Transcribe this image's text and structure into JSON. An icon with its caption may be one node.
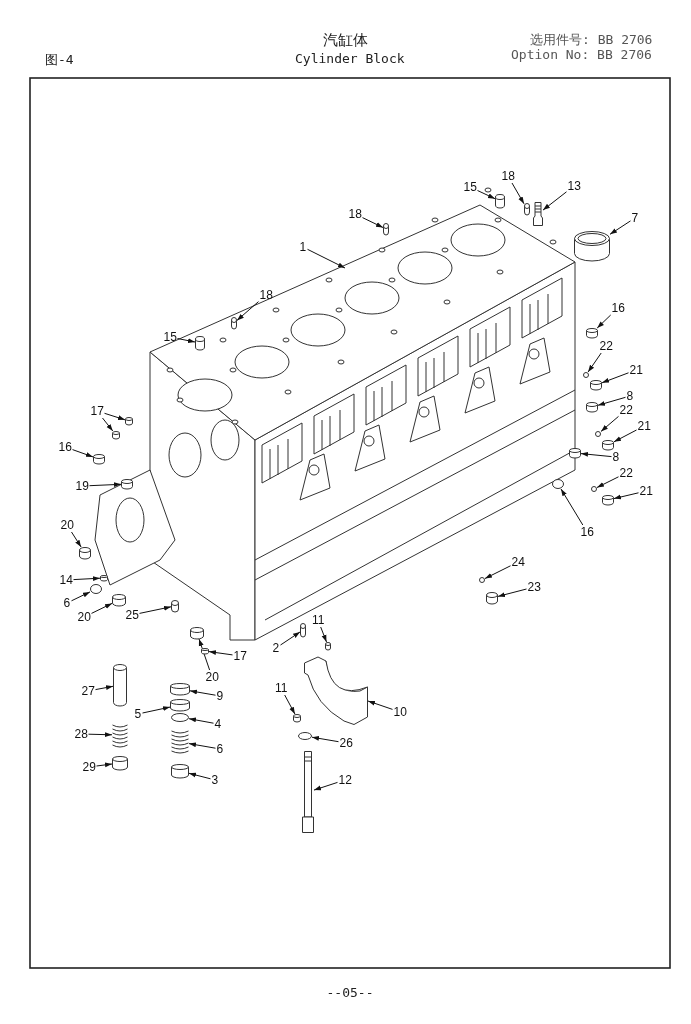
{
  "diagram": {
    "title": "汽缸体",
    "nodes": [
      {
        "text": [
          "1"
        ]
      },
      {
        "text": [
          "18"
        ]
      },
      {
        "text": [
          "15"
        ]
      },
      {
        "text": [
          "18"
        ]
      },
      {
        "text": [
          "13"
        ]
      },
      {
        "text": [
          "7"
        ]
      },
      {
        "text": [
          "18"
        ]
      },
      {
        "text": [
          "16"
        ]
      },
      {
        "text": [
          "15"
        ]
      },
      {
        "text": [
          "22"
        ]
      },
      {
        "text": [
          "21"
        ]
      },
      {
        "text": [
          "8"
        ]
      },
      {
        "text": [
          "17"
        ]
      },
      {
        "text": [
          "22"
        ]
      },
      {
        "text": [
          "21"
        ]
      },
      {
        "text": [
          "16"
        ]
      },
      {
        "text": [
          "8"
        ]
      },
      {
        "text": [
          "22"
        ]
      },
      {
        "text": [
          "19"
        ]
      },
      {
        "text": [
          "21"
        ]
      },
      {
        "text": [
          "20"
        ]
      },
      {
        "text": [
          "16"
        ]
      },
      {
        "text": [
          "24"
        ]
      },
      {
        "text": [
          "14"
        ]
      },
      {
        "text": [
          "23"
        ]
      },
      {
        "text": [
          "6"
        ]
      },
      {
        "text": [
          "20"
        ]
      },
      {
        "text": [
          "25"
        ]
      },
      {
        "text": [
          "11"
        ]
      },
      {
        "text": [
          "2"
        ]
      },
      {
        "text": [
          "17"
        ]
      },
      {
        "text": [
          "20"
        ]
      },
      {
        "text": [
          "11"
        ]
      },
      {
        "text": [
          "27"
        ]
      },
      {
        "text": [
          "9"
        ]
      },
      {
        "text": [
          "5"
        ]
      },
      {
        "text": [
          "10"
        ]
      },
      {
        "text": [
          "4"
        ]
      },
      {
        "text": [
          "28"
        ]
      },
      {
        "text": [
          "26"
        ]
      },
      {
        "text": [
          "6"
        ]
      },
      {
        "text": [
          "29"
        ]
      },
      {
        "text": [
          "3"
        ]
      },
      {
        "text": [
          "12"
        ]
      },
      {
        "text": [],
        "shape": "picture"
      },
      {
        "text": [],
        "shape": "picture"
      },
      {
        "text": [],
        "shape": "picture"
      },
      {
        "text": [],
        "shape": "picture"
      },
      {
        "text": [],
        "shape": "picture"
      },
      {
        "text": [],
        "shape": "cylinder"
      },
      {
        "text": [],
        "shape": "picture"
      },
      {
        "text": [],
        "shape": "picture"
      },
      {
        "text": [],
        "shape": "picture"
      },
      {
        "text": [],
        "shape": "circle"
      },
      {
        "text": [],
        "shape": "picture"
      },
      {
        "text": [],
        "shape": "picture"
      },
      {
        "text": [],
        "shape": "picture"
      },
      {
        "text": [],
        "shape": "picture"
      },
      {
        "text": [],
        "shape": "circle"
      },
      {
        "text": [],
        "shape": "picture"
      },
      {
        "text": [],
        "shape": "picture"
      },
      {
        "text": [],
        "shape": "picture"
      },
      {
        "text": [],
        "shape": "circle"
      },
      {
        "text": [],
        "shape": "picture"
      },
      {
        "text": [],
        "shape": "picture"
      },
      {
        "text": [],
        "shape": "picture"
      },
      {
        "text": [],
        "shape": "circle"
      },
      {
        "text": [],
        "shape": "circle"
      },
      {
        "text": [],
        "shape": "picture"
      },
      {
        "text": [],
        "shape": "picture"
      },
      {
        "text": [],
        "shape": "circle"
      },
      {
        "text": [],
        "shape": "picture"
      },
      {
        "text": [],
        "shape": "picture"
      },
      {
        "text": [],
        "shape": "picture"
      },
      {
        "text": [],
        "shape": "picture"
      },
      {
        "text": [],
        "shape": "picture"
      },
      {
        "text": [],
        "shape": "picture"
      },
      {
        "text": [],
        "shape": "picture"
      },
      {
        "text": [],
        "shape": "cylinder"
      },
      {
        "text": [],
        "shape": "picture"
      },
      {
        "text": [],
        "shape": "picture"
      },
      {
        "text": [],
        "shape": "picture"
      },
      {
        "text": [],
        "shape": "circle"
      },
      {
        "text": [],
        "shape": "picture"
      },
      {
        "text": [],
        "shape": "circle"
      },
      {
        "text": [],
        "shape": "picture"
      },
      {
        "text": [],
        "shape": "picture"
      },
      {
        "text": [],
        "shape": "picture"
      },
      {
        "text": [],
        "shape": "picture"
      }
    ],
    "edges": [
      {
        "from": 0,
        "to": 44,
        "arrow": "to"
      },
      {
        "from": 1,
        "to": 45,
        "arrow": "to"
      },
      {
        "from": 2,
        "to": 46,
        "arrow": "to"
      },
      {
        "from": 3,
        "to": 47,
        "arrow": "to"
      },
      {
        "from": 4,
        "to": 48,
        "arrow": "to"
      },
      {
        "from": 5,
        "to": 49,
        "arrow": "to"
      },
      {
        "from": 6,
        "to": 50,
        "arrow": "to"
      },
      {
        "from": 7,
        "to": 51,
        "arrow": "to"
      },
      {
        "from": 8,
        "to": 52,
        "arrow": "to"
      },
      {
        "from": 9,
        "to": 53,
        "arrow": "to"
      },
      {
        "from": 10,
        "to": 54,
        "arrow": "to"
      },
      {
        "from": 11,
        "to": 55,
        "arrow": "to"
      },
      {
        "from": 12,
        "to": 56,
        "arrow": "to"
      },
      {
        "from": 12,
        "to": 57,
        "arrow": "to"
      },
      {
        "from": 13,
        "to": 58,
        "arrow": "to"
      },
      {
        "from": 14,
        "to": 59,
        "arrow": "to"
      },
      {
        "from": 15,
        "to": 60,
        "arrow": "to"
      },
      {
        "from": 16,
        "to": 61,
        "arrow": "to"
      },
      {
        "from": 17,
        "to": 62,
        "arrow": "to"
      },
      {
        "from": 18,
        "to": 63,
        "arrow": "to"
      },
      {
        "from": 19,
        "to": 64,
        "arrow": "to"
      },
      {
        "from": 20,
        "to": 65,
        "arrow": "to"
      },
      {
        "from": 21,
        "to": 66,
        "arrow": "to"
      },
      {
        "from": 22,
        "to": 67,
        "arrow": "to"
      },
      {
        "from": 23,
        "to": 68,
        "arrow": "to"
      },
      {
        "from": 24,
        "to": 69,
        "arrow": "to"
      },
      {
        "from": 25,
        "to": 70,
        "arrow": "to"
      },
      {
        "from": 26,
        "to": 71,
        "arrow": "to"
      },
      {
        "from": 27,
        "to": 72,
        "arrow": "to"
      },
      {
        "from": 28,
        "to": 73,
        "arrow": "to"
      },
      {
        "from": 29,
        "to": 74,
        "arrow": "to"
      },
      {
        "from": 30,
        "to": 75,
        "arrow": "to"
      },
      {
        "from": 31,
        "to": 76,
        "arrow": "to"
      },
      {
        "from": 32,
        "to": 77,
        "arrow": "to"
      },
      {
        "from": 33,
        "to": 78,
        "arrow": "to"
      },
      {
        "from": 34,
        "to": 79,
        "arrow": "to"
      },
      {
        "from": 35,
        "to": 80,
        "arrow": "to"
      },
      {
        "from": 36,
        "to": 81,
        "arrow": "to"
      },
      {
        "from": 37,
        "to": 82,
        "arrow": "to"
      },
      {
        "from": 38,
        "to": 83,
        "arrow": "to"
      },
      {
        "from": 39,
        "to": 84,
        "arrow": "to"
      },
      {
        "from": 40,
        "to": 85,
        "arrow": "to"
      },
      {
        "from": 41,
        "to": 86,
        "arrow": "to"
      },
      {
        "from": 42,
        "to": 87,
        "arrow": "to"
      },
      {
        "from": 43,
        "to": 88,
        "arrow": "to"
      }
    ],
    "labels": [
      "选用件号: BB 2706",
      "图-4",
      "Cylinder Block",
      "Option No: BB 2706",
      "--05--"
    ]
  }
}
